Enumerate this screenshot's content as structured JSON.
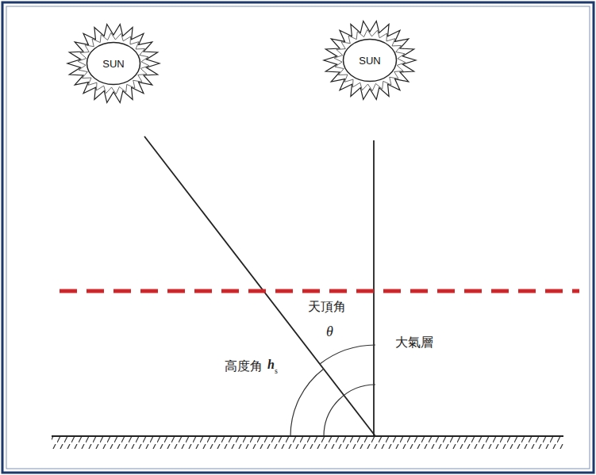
{
  "diagram": {
    "nodes": [
      {
        "text": [
          "SUN"
        ]
      },
      {
        "text": [
          "SUN"
        ]
      }
    ],
    "labels": [
      "天頂角",
      "θ",
      "大氣層",
      "高度角",
      "h",
      "s"
    ]
  }
}
